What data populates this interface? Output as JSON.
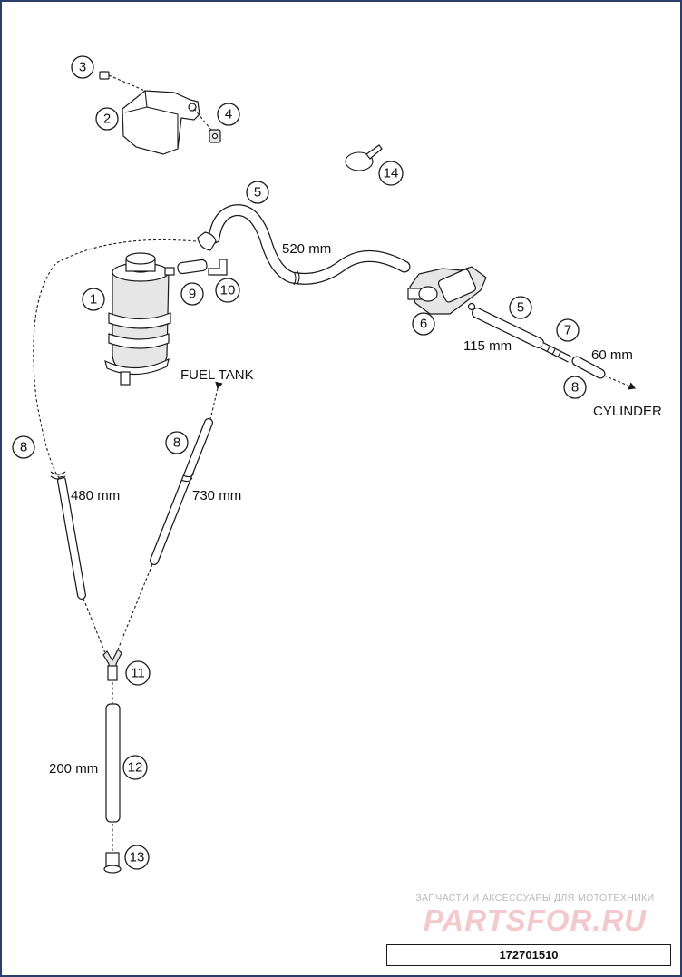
{
  "callouts": {
    "c1": "1",
    "c2": "2",
    "c3": "3",
    "c4": "4",
    "c5a": "5",
    "c5b": "5",
    "c6": "6",
    "c7": "7",
    "c8a": "8",
    "c8b": "8",
    "c8c": "8",
    "c9": "9",
    "c10": "10",
    "c11": "11",
    "c12": "12",
    "c13": "13",
    "c14": "14"
  },
  "labels": {
    "len_520": "520 mm",
    "len_115": "115 mm",
    "len_60": "60 mm",
    "len_480": "480 mm",
    "len_730": "730 mm",
    "len_200": "200 mm",
    "fuel_tank": "FUEL TANK",
    "cylinder": "CYLINDER"
  },
  "watermark": {
    "tagline": "ЗАПЧАСТИ И АКСЕССУАРЫ ДЛЯ МОТОТЕХНИКИ",
    "logo": "PARTSFOR.RU"
  },
  "reference_number": "172701510"
}
